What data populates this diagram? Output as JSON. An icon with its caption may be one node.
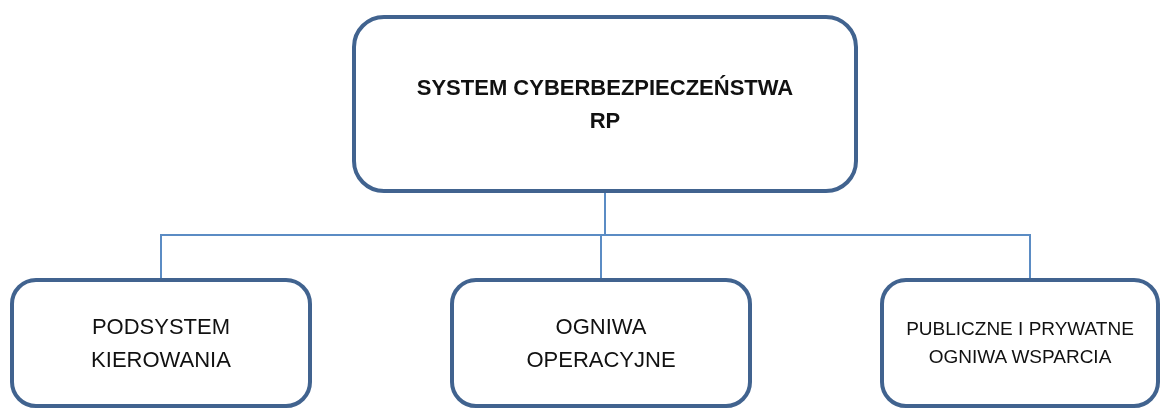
{
  "diagram": {
    "nodes": [
      {
        "text": [
          "SYSTEM CYBERBEZPIECZEŃSTWA RP"
        ]
      },
      {
        "text": [
          "PODSYSTEM KIEROWANIA"
        ]
      },
      {
        "text": [
          "OGNIWA OPERACYJNE"
        ]
      },
      {
        "text": [
          "PUBLICZNE I PRYWATNE OGNIWA WSPARCIA"
        ]
      }
    ],
    "edges": [
      {
        "from": 0,
        "to": 1,
        "arrow": "none"
      },
      {
        "from": 0,
        "to": 2,
        "arrow": "none"
      },
      {
        "from": 0,
        "to": 3,
        "arrow": "none"
      }
    ]
  }
}
